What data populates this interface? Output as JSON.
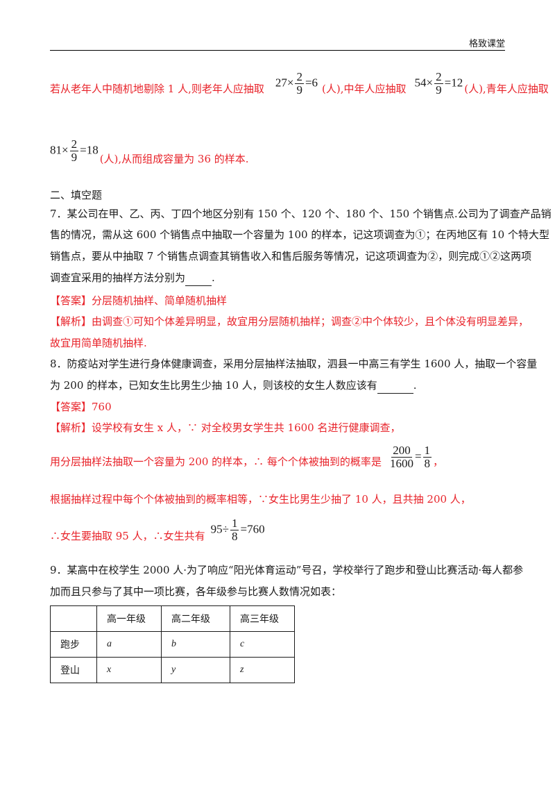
{
  "header": {
    "title": "格致课堂"
  },
  "carryover": {
    "line1_prefix": "若从老年人中随机地剔除 1 人,则老年人应抽取",
    "math1": {
      "a": "27",
      "num": "2",
      "den": "9",
      "res": "6"
    },
    "unit1": "(人),中年人应抽取",
    "math2": {
      "a": "54",
      "num": "2",
      "den": "9",
      "res": "12"
    },
    "unit2": "(人),青年人应抽取",
    "math3": {
      "a": "81",
      "num": "2",
      "den": "9",
      "res": "18"
    },
    "line2_suffix": "(人),从而组成容量为 36 的样本."
  },
  "section_title": "二、填空题",
  "q7": {
    "line1": "7．某公司在甲、乙、丙、丁四个地区分别有 150 个、120 个、180 个、150 个销售点.公司为了调查产品销",
    "line2": "售的情况，需从这 600 个销售点中抽取一个容量为 100 的样本，记这项调查为①；在丙地区有 10 个特大型",
    "line3": "销售点，要从中抽取 7 个销售点调查其销售收入和售后服务等情况，记这项调查为②，则完成①②这两项",
    "line4": "调查宜采用的抽样方法分别为",
    "line4_end": ".",
    "answer": "【答案】分层随机抽样、简单随机抽样",
    "analysis1": "【解析】由调查①可知个体差异明显，故宜用分层随机抽样；调查②中个体较少，且个体没有明显差异，",
    "analysis2": "故宜用简单随机抽样."
  },
  "q8": {
    "line1": "8．防疫站对学生进行身体健康调查，采用分层抽样法抽取，泗县一中高三有学生 1600 人，抽取一个容量",
    "line2": "为 200 的样本，已知女生比男生少抽 10 人，则该校的女生人数应该有",
    "line2_end": ".",
    "answer": "【答案】760",
    "analysis1": "【解析】设学校有女生 x 人，∵ 对全校男女学生共 1600 名进行健康调查，",
    "analysis2": "用分层抽样法抽取一个容量为 200 的样本，∴ 每个个体被抽到的概率是",
    "frac_a": {
      "num": "200",
      "den": "1600"
    },
    "frac_b": {
      "num": "1",
      "den": "8"
    },
    "analysis2_end": "，",
    "analysis3": "根据抽样过程中每个个体被抽到的概率相等，∵女生比男生少抽了 10 人，且共抽 200 人，",
    "analysis4": "∴女生要抽取 95 人，∴女生共有",
    "math4": {
      "a": "95",
      "num": "1",
      "den": "8",
      "res": "760"
    }
  },
  "q9": {
    "line1": "9．某高中在校学生 2000 人·为了响应“阳光体育运动”号召，学校举行了跑步和登山比赛活动·每人都参",
    "line2": "加而且只参与了其中一项比赛，各年级参与比赛人数情况如表：",
    "table": {
      "headers": [
        "",
        "高一年级",
        "高二年级",
        "高三年级"
      ],
      "rows": [
        [
          "跑步",
          "a",
          "b",
          "c"
        ],
        [
          "登山",
          "x",
          "y",
          "z"
        ]
      ]
    }
  }
}
